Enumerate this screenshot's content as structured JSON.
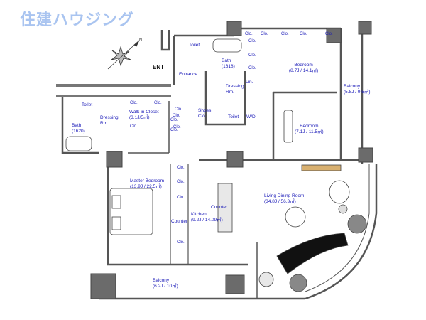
{
  "logo": "住建ハウジング",
  "entrance_mark": "ENT",
  "compass": {
    "north": "N"
  },
  "rooms": {
    "toilet_entrance": "Toilet",
    "entrance": "Entrance",
    "toilet_master": "Toilet",
    "dressing_master": {
      "name": "Dressing",
      "suffix": "Rm."
    },
    "bath_master": {
      "name": "Bath",
      "size": "(1620)"
    },
    "walk_in_closet": {
      "name": "Walk-in Closet",
      "size": "(3.1J/5㎡)"
    },
    "shoes": {
      "name": "Shoes",
      "suffix": "Clo."
    },
    "bath_2": {
      "name": "Bath",
      "size": "(1618)"
    },
    "dressing_2": {
      "name": "Dressing",
      "suffix": "Rm."
    },
    "linen": "Lin.",
    "toilet_2": "Toilet",
    "washer_dryer": "W/D",
    "bedroom_1": {
      "name": "Bedroom",
      "size": "(8.7J / 14.1㎡)"
    },
    "balcony_east": {
      "name": "Balcony",
      "size": "(5.8J / 9.5㎡)"
    },
    "bedroom_2": {
      "name": "Bedroom",
      "size": "(7.1J / 11.5㎡)"
    },
    "master_bedroom": {
      "name": "Master Bedroom",
      "size": "(13.9J / 22.5㎡)"
    },
    "counter_1": "Counter",
    "kitchen": {
      "name": "Kitchen",
      "size": "(9.2J / 14.09㎡)"
    },
    "counter_2": "Counter",
    "living_dining": {
      "name": "Living Dining Room",
      "size": "(34.8J / 56.3㎡)"
    },
    "balcony_south": {
      "name": "Balcony",
      "size": "(6.2J / 10㎡)"
    }
  },
  "closet_label": "Clo.",
  "colors": {
    "wall": "#555555",
    "pillar": "#6b6b6b",
    "label": "#1a1ab8",
    "logo": "#a9c4f0",
    "sofa": "#111111"
  }
}
